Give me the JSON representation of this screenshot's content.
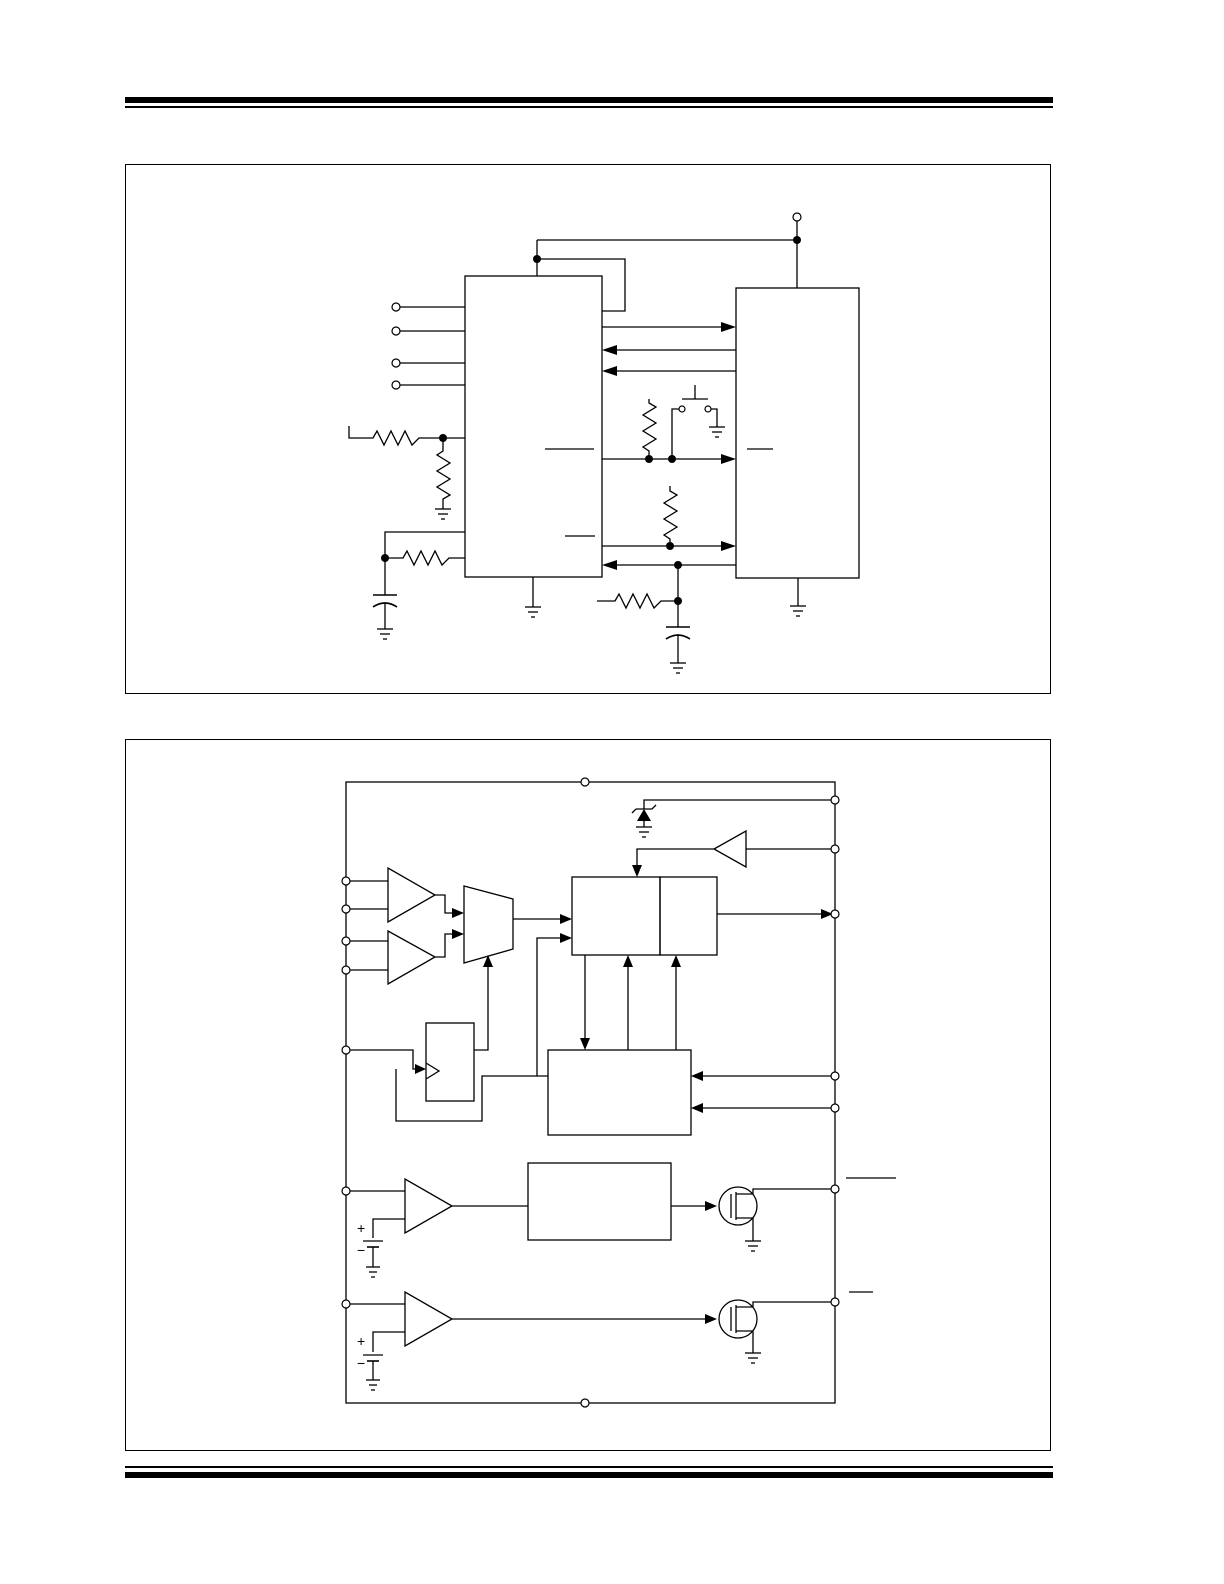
{
  "page": {
    "header_rules": "double-rule",
    "footer_rules": "double-rule"
  },
  "figures": [
    {
      "id": "typical-application-circuit",
      "blocks": [
        "ic-left",
        "ic-right"
      ],
      "labels": []
    },
    {
      "id": "functional-block-diagram",
      "blocks": [
        "comparator-1",
        "comparator-2",
        "mux",
        "ring-oscillator",
        "logic-block-a",
        "logic-block-b",
        "control-logic",
        "timer-block",
        "comparator-3",
        "comparator-4",
        "nmos-output-1",
        "nmos-output-2"
      ],
      "labels": []
    }
  ],
  "colors": {
    "line": "#000000",
    "background": "#ffffff"
  }
}
